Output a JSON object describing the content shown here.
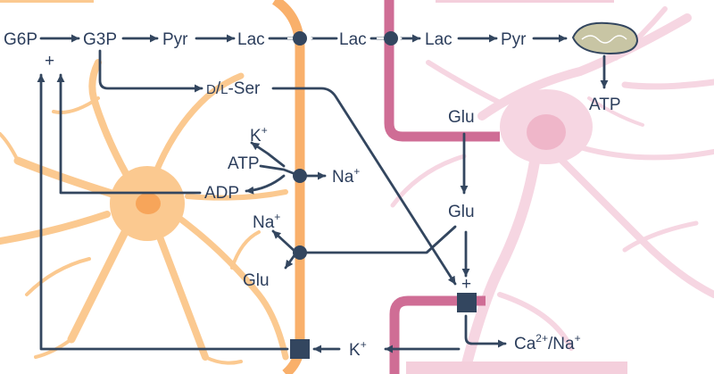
{
  "colors": {
    "pathway": "#33465f",
    "astrocyte": "#fbb978",
    "astrocyte_membrane": "#f9b06b",
    "neuron": "#f4cfdc",
    "neuron_membrane": "#cf6d95",
    "mitochondrion": "#c8c5a4"
  },
  "labels": {
    "g6p": "G6P",
    "g3p": "G3P",
    "pyr_astro": "Pyr",
    "lac_astro": "Lac",
    "lac_neuron": "Lac",
    "lac_neuron2": "Lac",
    "pyr_neuron": "Pyr",
    "atp_neuron": "ATP",
    "plus_top": "+",
    "dl_ser_d": "D",
    "dl_ser_sep": "/",
    "dl_ser_l": "L",
    "dl_ser_rest": "-Ser",
    "k": "K",
    "k_charge": "+",
    "atp": "ATP",
    "na": "Na",
    "na_charge": "+",
    "adp": "ADP",
    "na2": "Na",
    "na2_charge": "+",
    "glu_neuron": "Glu",
    "glu_cleft": "Glu",
    "glu_astro": "Glu",
    "plus_receptor": "+",
    "k_bottom": "K",
    "k_bottom_charge": "+",
    "ca": "Ca",
    "ca_charge": "2+",
    "ca_sep": "/Na",
    "ca_na_charge": "+"
  }
}
